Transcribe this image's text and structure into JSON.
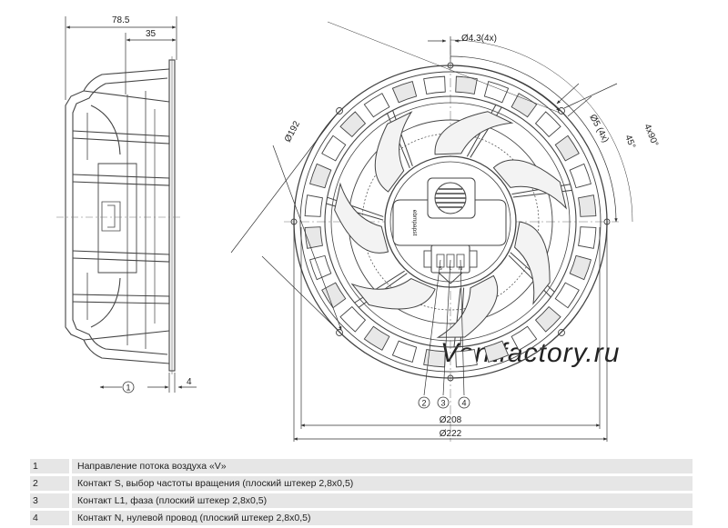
{
  "dimensions": {
    "depth_total": "78.5",
    "depth_flange": "35",
    "flange_thickness": "4",
    "hole_small": "Ø4.3(4x)",
    "hole_large": "Ø5 (4x)",
    "angle_pattern": "4x90°",
    "angle_offset": "45°",
    "diameter_192": "Ø192",
    "diameter_208": "Ø208",
    "diameter_222": "Ø222"
  },
  "callouts": [
    "1",
    "2",
    "3",
    "4"
  ],
  "connector_pins": [
    "S",
    "L",
    "N"
  ],
  "logo": "ebmpapst",
  "watermark": "Ventfactory.ru",
  "legend": [
    {
      "num": "1",
      "text": "Направление потока воздуха «V»"
    },
    {
      "num": "2",
      "text": "Контакт S, выбор частоты вращения (плоский штекер 2,8x0,5)"
    },
    {
      "num": "3",
      "text": "Контакт L1, фаза (плоский штекер 2,8x0,5)"
    },
    {
      "num": "4",
      "text": "Контакт N, нулевой провод (плоский штекер 2,8x0,5)"
    }
  ]
}
